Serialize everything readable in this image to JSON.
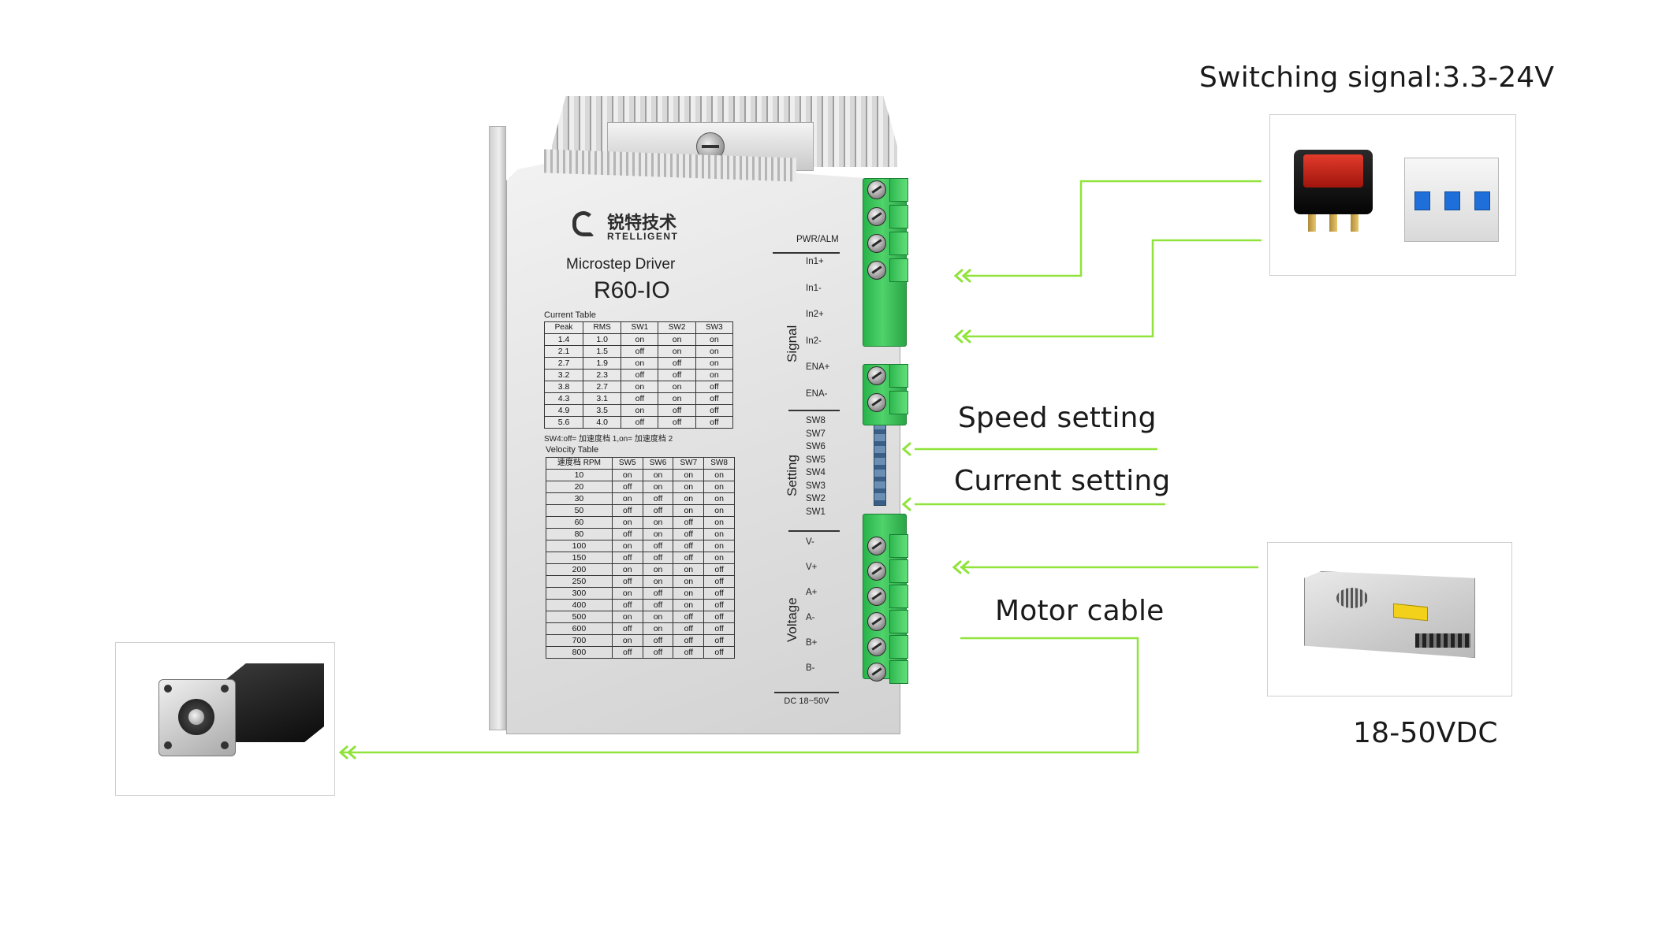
{
  "callouts": {
    "switching_signal": "Switching signal:3.3-24V",
    "speed_setting": "Speed setting",
    "current_setting": "Current setting",
    "motor_cable": "Motor cable",
    "power_voltage": "18-50VDC"
  },
  "driver": {
    "brand_cn": "锐特技术",
    "brand_en": "RTELLIGENT",
    "subtitle": "Microstep Driver",
    "model": "R60-IO",
    "status_label": "PWR/ALM",
    "groups": {
      "signal": "Signal",
      "setting": "Setting",
      "voltage": "Voltage"
    },
    "signal_pins": [
      "In1+",
      "In1-",
      "In2+",
      "In2-",
      "ENA+",
      "ENA-"
    ],
    "setting_pins": [
      "SW8",
      "SW7",
      "SW6",
      "SW5",
      "SW4",
      "SW3",
      "SW2",
      "SW1"
    ],
    "voltage_pins": [
      "V-",
      "V+",
      "A+",
      "A-",
      "B+",
      "B-"
    ],
    "dc_label": "DC 18~50V",
    "current_table": {
      "caption": "Current Table",
      "headers": [
        "Peak",
        "RMS",
        "SW1",
        "SW2",
        "SW3"
      ],
      "rows": [
        [
          "1.4",
          "1.0",
          "on",
          "on",
          "on"
        ],
        [
          "2.1",
          "1.5",
          "off",
          "on",
          "on"
        ],
        [
          "2.7",
          "1.9",
          "on",
          "off",
          "on"
        ],
        [
          "3.2",
          "2.3",
          "off",
          "off",
          "on"
        ],
        [
          "3.8",
          "2.7",
          "on",
          "on",
          "off"
        ],
        [
          "4.3",
          "3.1",
          "off",
          "on",
          "off"
        ],
        [
          "4.9",
          "3.5",
          "on",
          "off",
          "off"
        ],
        [
          "5.6",
          "4.0",
          "off",
          "off",
          "off"
        ]
      ]
    },
    "sw4_note": "SW4:off= 加速度档 1,on= 加速度档 2",
    "velocity_table": {
      "caption": "Velocity Table",
      "headers": [
        "速度档 RPM",
        "SW5",
        "SW6",
        "SW7",
        "SW8"
      ],
      "rows": [
        [
          "10",
          "on",
          "on",
          "on",
          "on"
        ],
        [
          "20",
          "off",
          "on",
          "on",
          "on"
        ],
        [
          "30",
          "on",
          "off",
          "on",
          "on"
        ],
        [
          "50",
          "off",
          "off",
          "on",
          "on"
        ],
        [
          "60",
          "on",
          "on",
          "off",
          "on"
        ],
        [
          "80",
          "off",
          "on",
          "off",
          "on"
        ],
        [
          "100",
          "on",
          "off",
          "off",
          "on"
        ],
        [
          "150",
          "off",
          "off",
          "off",
          "on"
        ],
        [
          "200",
          "on",
          "on",
          "on",
          "off"
        ],
        [
          "250",
          "off",
          "on",
          "on",
          "off"
        ],
        [
          "300",
          "on",
          "off",
          "on",
          "off"
        ],
        [
          "400",
          "off",
          "off",
          "on",
          "off"
        ],
        [
          "500",
          "on",
          "on",
          "off",
          "off"
        ],
        [
          "600",
          "off",
          "on",
          "off",
          "off"
        ],
        [
          "700",
          "on",
          "off",
          "off",
          "off"
        ],
        [
          "800",
          "off",
          "off",
          "off",
          "off"
        ]
      ]
    }
  },
  "colors": {
    "wire": "#8fe33a",
    "terminal": "#2fb84f",
    "rocker": "#d42a1c",
    "breaker_handle": "#1e6fd9"
  }
}
